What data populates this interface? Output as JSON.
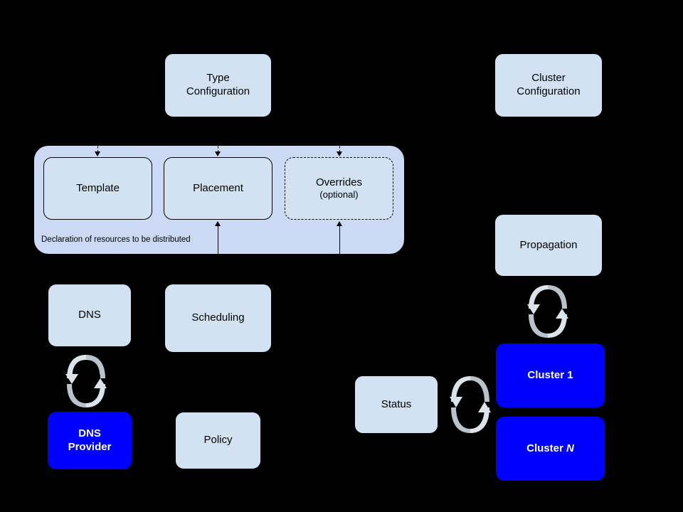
{
  "diagram": {
    "background_color": "#000000",
    "node_fill": "#d2e2f2",
    "group_fill": "#ccd9f5",
    "accent_color": "#0000ff",
    "accent_text_color": "#ffffff",
    "sync_icon_color": "#c0c8d0"
  },
  "nodes": {
    "type_configuration": {
      "label_line1": "Type",
      "label_line2": "Configuration"
    },
    "cluster_configuration": {
      "label_line1": "Cluster",
      "label_line2": "Configuration"
    },
    "template": {
      "label": "Template"
    },
    "placement": {
      "label": "Placement"
    },
    "overrides": {
      "label": "Overrides",
      "sublabel": "(optional)"
    },
    "dns": {
      "label": "DNS"
    },
    "scheduling": {
      "label": "Scheduling"
    },
    "dns_provider": {
      "label_line1": "DNS",
      "label_line2": "Provider"
    },
    "policy": {
      "label": "Policy"
    },
    "propagation": {
      "label": "Propagation"
    },
    "status": {
      "label": "Status"
    },
    "cluster_1": {
      "label_prefix": "Cluster ",
      "label_suffix": "1"
    },
    "cluster_n": {
      "label_prefix": "Cluster ",
      "label_suffix": "N"
    }
  },
  "group": {
    "caption": "Declaration of resources to be distributed"
  },
  "icons": {
    "sync": "sync-arrows-icon",
    "arrow_down": "arrow-down-icon",
    "arrow_up": "arrow-up-icon"
  }
}
